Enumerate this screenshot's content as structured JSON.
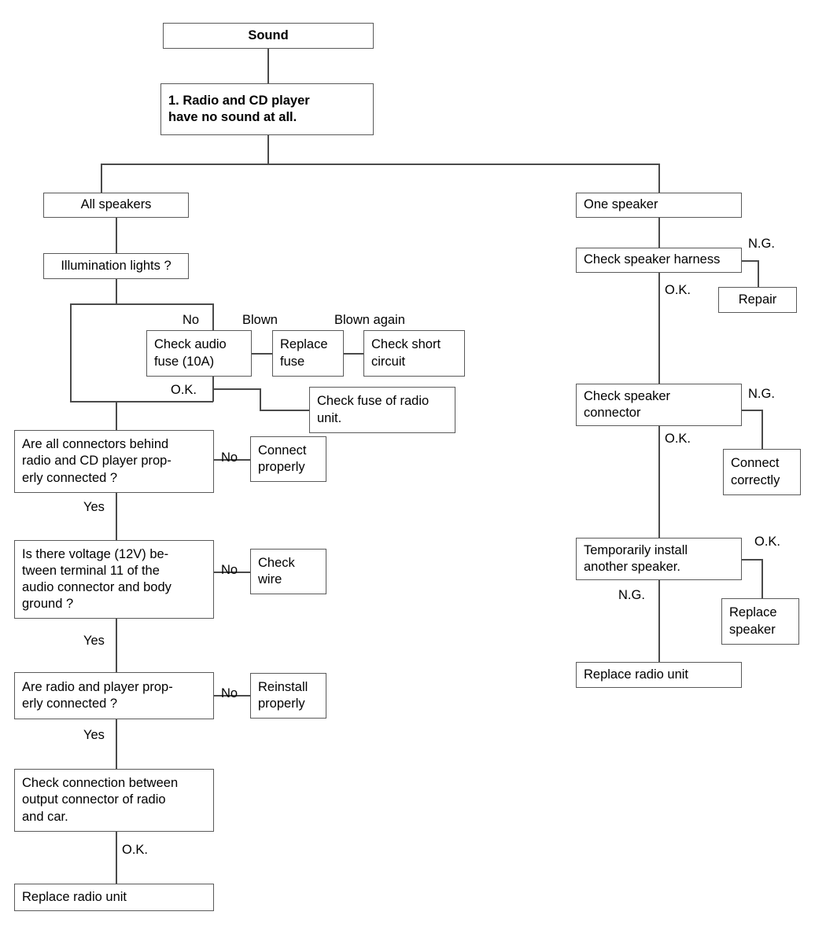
{
  "diagram": {
    "title": "Sound troubleshooting flowchart",
    "type": "flowchart",
    "line_color": "#4a4a4a",
    "box_border_color": "#5a5a5a",
    "background": "#ffffff"
  },
  "nodes": {
    "sound": "Sound",
    "symptom": "1. Radio and CD player\nhave no sound at all.",
    "all_speakers": "All speakers",
    "one_speaker": "One speaker",
    "illumination": "Illumination lights ?",
    "check_audio_fuse": "Check audio\nfuse (10A)",
    "replace_fuse": "Replace\nfuse",
    "check_short_circuit": "Check short\ncircuit",
    "check_fuse_radio": "Check fuse of radio\nunit.",
    "connectors_question": "Are all connectors behind\nradio and CD player prop-\nerly connected ?",
    "connect_properly": "Connect\nproperly",
    "voltage_question": "Is there voltage (12V) be-\ntween terminal 11 of the\naudio connector and body\nground ?",
    "check_wire": "Check\nwire",
    "radio_player_question": "Are radio and player prop-\nerly connected ?",
    "reinstall_properly": "Reinstall\nproperly",
    "check_output_connection": "Check connection between\noutput connector of radio\nand car.",
    "replace_radio_unit_left": "Replace radio unit",
    "check_speaker_harness": "Check speaker harness",
    "repair": "Repair",
    "check_speaker_connector": "Check speaker\nconnector",
    "connect_correctly": "Connect\ncorrectly",
    "temporarily_install": "Temporarily install\nanother speaker.",
    "replace_speaker": "Replace\nspeaker",
    "replace_radio_unit_right": "Replace radio unit"
  },
  "edge_labels": {
    "no_illumination": "No",
    "blown": "Blown",
    "blown_again": "Blown again",
    "ok_fuse": "O.K.",
    "no_connectors": "No",
    "yes_connectors": "Yes",
    "no_voltage": "No",
    "yes_voltage": "Yes",
    "no_radio_player": "No",
    "yes_radio_player": "Yes",
    "ok_output": "O.K.",
    "ng_harness": "N.G.",
    "ok_harness": "O.K.",
    "ng_connector": "N.G.",
    "ok_connector": "O.K.",
    "ok_temp_install": "O.K.",
    "ng_temp_install": "N.G."
  }
}
